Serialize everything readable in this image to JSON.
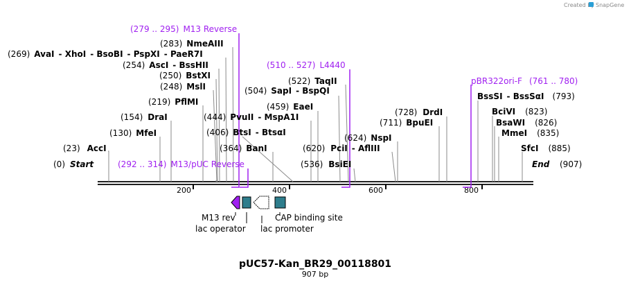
{
  "branding": {
    "created_by": "Created by",
    "app": "SnapGene"
  },
  "map": {
    "title": "pUC57-Kan_BR29_00118801",
    "length_label": "907 bp",
    "start_label": "Start",
    "end_label": "End",
    "start_pos": "(0)",
    "end_pos": "(907)",
    "colors": {
      "primer": "#a020f0",
      "feature_teal": "#2e7d8c",
      "backbone": "#222222"
    },
    "ticks": [
      "200",
      "400",
      "600",
      "800"
    ],
    "enzymes": [
      {
        "num": "(23)",
        "parts": [
          "AccI"
        ]
      },
      {
        "num": "(130)",
        "parts": [
          "MfeI"
        ]
      },
      {
        "num": "(154)",
        "parts": [
          "DraI"
        ]
      },
      {
        "num": "(219)",
        "parts": [
          "PflMI"
        ]
      },
      {
        "num": "(248)",
        "parts": [
          "MslI"
        ]
      },
      {
        "num": "(250)",
        "parts": [
          "BstXI"
        ]
      },
      {
        "num": "(254)",
        "parts": [
          "AscI",
          "BssHII"
        ]
      },
      {
        "num": "(269)",
        "parts": [
          "AvaI",
          "XhoI",
          "BsoBI",
          "PspXI",
          "PaeR7I"
        ]
      },
      {
        "num": "(283)",
        "parts": [
          "NmeAIII"
        ]
      },
      {
        "num": "(364)",
        "parts": [
          "BanI"
        ]
      },
      {
        "num": "(406)",
        "parts": [
          "BtsI",
          "BtsαI"
        ]
      },
      {
        "num": "(444)",
        "parts": [
          "PvuII",
          "MspA1I"
        ]
      },
      {
        "num": "(459)",
        "parts": [
          "EaeI"
        ]
      },
      {
        "num": "(504)",
        "parts": [
          "SapI",
          "BspQI"
        ]
      },
      {
        "num": "(522)",
        "parts": [
          "TaqII"
        ]
      },
      {
        "num": "(536)",
        "parts": [
          "BsiEI"
        ]
      },
      {
        "num": "(620)",
        "parts": [
          "PciI",
          "AflIII"
        ]
      },
      {
        "num": "(624)",
        "parts": [
          "NspI"
        ]
      },
      {
        "num": "(711)",
        "parts": [
          "BpuEI"
        ]
      },
      {
        "num": "(728)",
        "parts": [
          "DrdI"
        ]
      },
      {
        "num": "(793)",
        "parts": [
          "BssSI",
          "BssSαI"
        ]
      },
      {
        "num": "(823)",
        "parts": [
          "BciVI"
        ]
      },
      {
        "num": "(826)",
        "parts": [
          "BsaWI"
        ]
      },
      {
        "num": "(835)",
        "parts": [
          "MmeI"
        ]
      },
      {
        "num": "(885)",
        "parts": [
          "SfcI"
        ]
      }
    ],
    "primers": [
      {
        "range": "(279 .. 295)",
        "name": "M13 Reverse"
      },
      {
        "range": "(292 .. 314)",
        "name": "M13/pUC Reverse"
      },
      {
        "range": "(510 .. 527)",
        "name": "L4440"
      },
      {
        "range": "(761 .. 780)",
        "name": "pBR322ori-F"
      }
    ],
    "features": [
      {
        "name": "M13 rev",
        "icon": "arrow-left-filled"
      },
      {
        "name": "lac operator",
        "icon": "box-teal"
      },
      {
        "name": "lac promoter",
        "icon": "arrow-left-outline"
      },
      {
        "name": "CAP binding site",
        "icon": "box-teal"
      }
    ]
  }
}
